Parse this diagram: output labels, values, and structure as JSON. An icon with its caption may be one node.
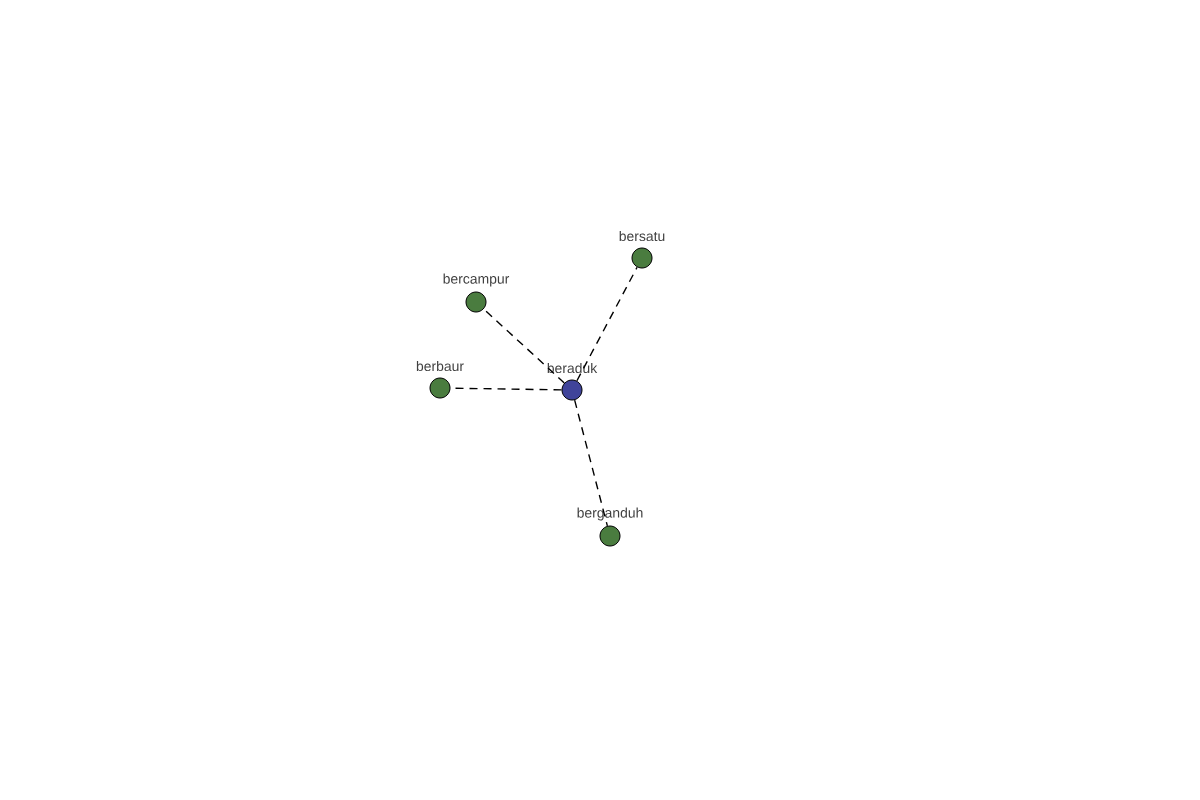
{
  "diagram": {
    "nodes": [
      {
        "text": [
          "beraduk"
        ]
      },
      {
        "text": [
          "bersatu"
        ]
      },
      {
        "text": [
          "bercampur"
        ]
      },
      {
        "text": [
          "berbaur"
        ]
      },
      {
        "text": [
          "berganduh"
        ]
      }
    ],
    "edges": [
      {
        "from": 0,
        "to": 1,
        "arrow": "none",
        "style": "dashed"
      },
      {
        "from": 0,
        "to": 2,
        "arrow": "none",
        "style": "dashed"
      },
      {
        "from": 0,
        "to": 3,
        "arrow": "none",
        "style": "dashed"
      },
      {
        "from": 0,
        "to": 4,
        "arrow": "none",
        "style": "dashed"
      }
    ]
  }
}
